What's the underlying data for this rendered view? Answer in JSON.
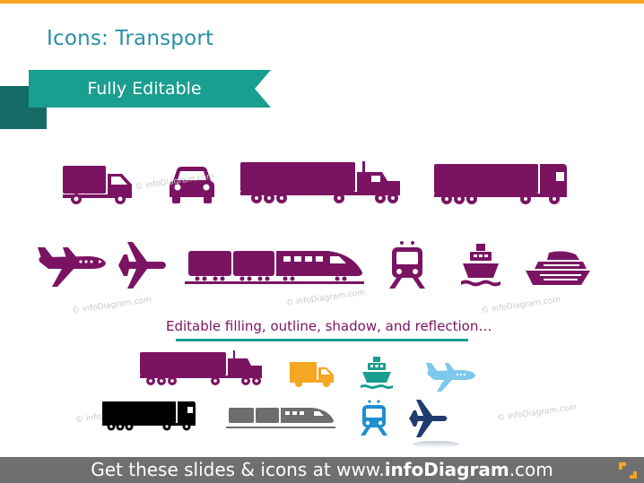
{
  "title": "Icons: Transport",
  "banner_label": "Fully Editable",
  "subtitle": "Editable filling, outline, shadow, and reflection…",
  "watermark": "© infoDiagram.com",
  "footer": {
    "prefix": "Get these slides & icons at www.",
    "brand": "infoDiagram",
    "suffix": ".com"
  },
  "colors": {
    "accent_teal": "#1a9e8f",
    "title_blue": "#2a8fa3",
    "icon_purple": "#7a1462",
    "orange": "#f5a623",
    "footer_gray": "#6f6f6f"
  }
}
